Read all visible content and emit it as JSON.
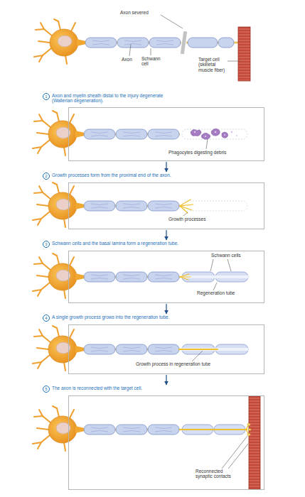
{
  "diagram": {
    "nodes": [
      {
        "text": [
          "Axon and myelin sheath distal to the injury degenerate (Wallerian degeneration).",
          "Phagocytes digesting debris"
        ]
      },
      {
        "text": [
          "Growth processes form from the proximal end of the axon.",
          "Growth processes"
        ]
      },
      {
        "text": [
          "Schwann cells and the basal lamina form a regeneration tube.",
          "Schwann cells",
          "Regeneration tube"
        ]
      },
      {
        "text": [
          "A single growth process grows into the regeneration tube.",
          "Growth process in regeneration tube"
        ]
      },
      {
        "text": [
          "The axon is reconnected with the target cell.",
          "Reconnected synaptic contacts"
        ]
      }
    ],
    "edges": [
      {
        "from": 0,
        "to": 1,
        "arrow": "to"
      },
      {
        "from": 1,
        "to": 2,
        "arrow": "to"
      },
      {
        "from": 2,
        "to": 3,
        "arrow": "to"
      },
      {
        "from": 3,
        "to": 4,
        "arrow": "to"
      }
    ],
    "labels": [
      "Axon severed",
      "Axon",
      "Schwann cell",
      "Target cell (skeletal muscle fiber)",
      "1",
      "2",
      "3",
      "4",
      "5"
    ]
  }
}
